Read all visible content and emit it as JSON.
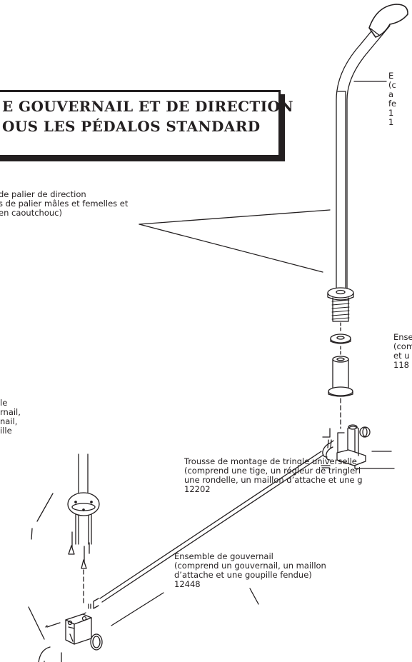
{
  "title": {
    "line1": "E GOUVERNAIL ET DE DIRECTION",
    "line2": "OUS LES PÉDALOS STANDARD"
  },
  "callouts": {
    "tiller_tube": [
      "E",
      "(c",
      "a",
      "fe",
      "1",
      "1"
    ],
    "steering_bearing": [
      "de palier de direction",
      "s de palier mâles et femelles et",
      "en caoutchouc)"
    ],
    "tiller_arm": [
      "Ense",
      "(com",
      "et u",
      "118"
    ],
    "rudder_bearing": [
      "le",
      "",
      "rnail,",
      "nail,",
      "",
      "ille"
    ],
    "linkage_kit": [
      "Trousse de montage de tringle universelle",
      "(comprend une tige, un régleur de tringleri",
      "une rondelle, un maillon d’attache et une g",
      "12202"
    ],
    "rudder_assembly": [
      "Ensemble de gouvernail",
      "(comprend un gouvernail, un maillon",
      "d’attache et une goupille fendue)",
      "12448"
    ]
  }
}
